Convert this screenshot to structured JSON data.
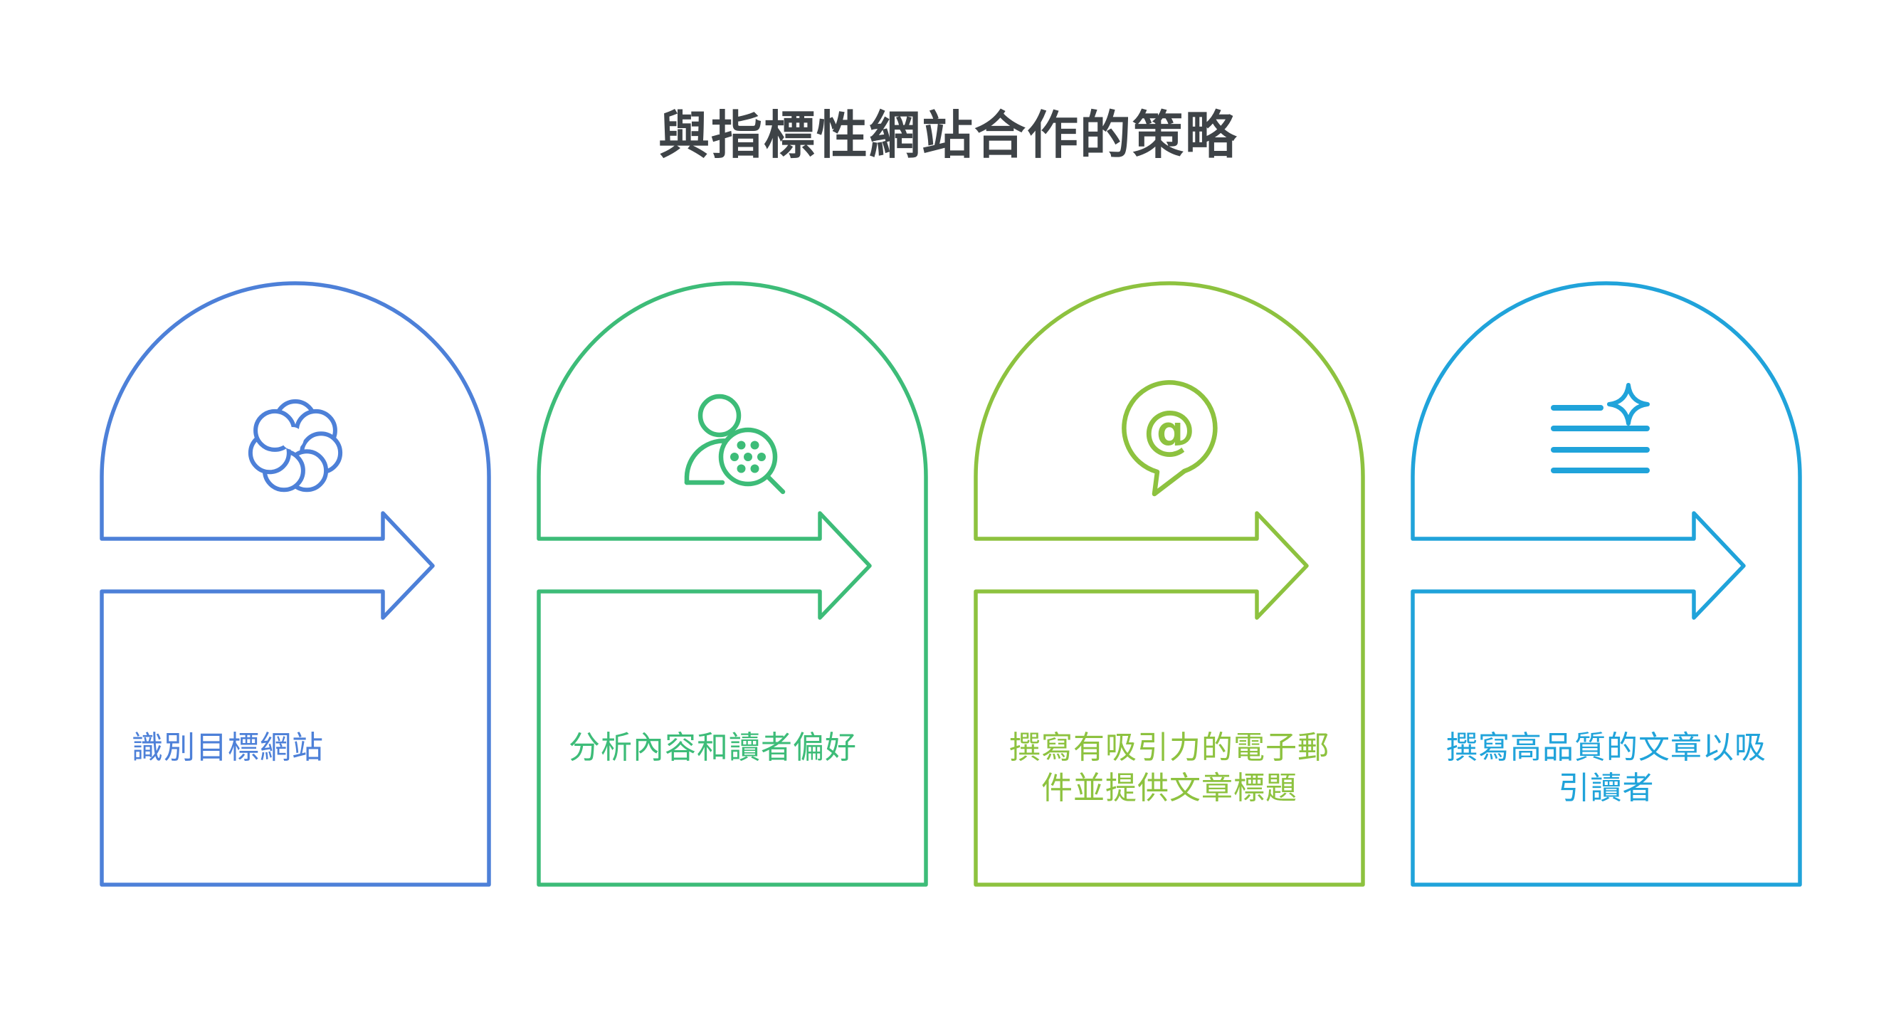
{
  "title": {
    "text": "與指標性網站合作的策略",
    "color": "#3E4347"
  },
  "steps": [
    {
      "label": "識別目標網站",
      "color": "#4D80D8",
      "icon": "thought-cloud-icon",
      "text_align": "left"
    },
    {
      "label": "分析內容和讀者偏好",
      "color": "#3DBC78",
      "icon": "audience-analysis-icon",
      "text_align": "left"
    },
    {
      "label": "撰寫有吸引力的電子郵件並提供文章標題",
      "color": "#8DC23F",
      "icon": "at-mention-bubble-icon",
      "text_align": "center"
    },
    {
      "label": "撰寫高品質的文章以吸引讀者",
      "color": "#20A3DA",
      "icon": "article-sparkle-icon",
      "text_align": "center"
    }
  ]
}
